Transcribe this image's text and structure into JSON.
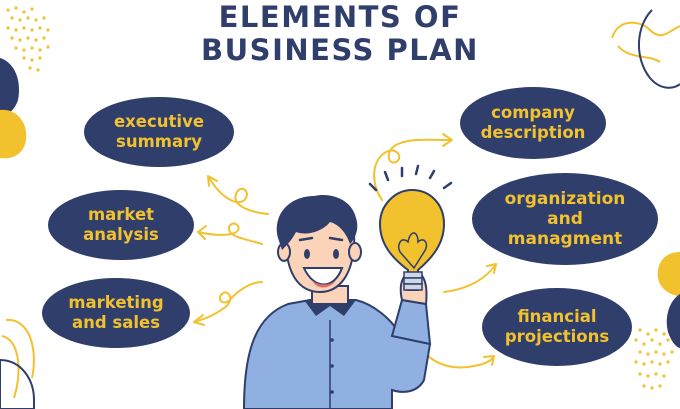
{
  "title": {
    "line1": "ELEMENTS OF",
    "line2": "BUSINESS PLAN"
  },
  "elements": [
    {
      "id": "executive",
      "label": "executive\nsummary"
    },
    {
      "id": "market",
      "label": "market\nanalysis"
    },
    {
      "id": "marketing",
      "label": "marketing\nand sales"
    },
    {
      "id": "company",
      "label": "company\ndescription"
    },
    {
      "id": "organization",
      "label": "organization\nand\nmanagment"
    },
    {
      "id": "financial",
      "label": "financial\nprojections"
    }
  ],
  "colors": {
    "navy": "#2f3e6b",
    "yellow": "#f2c12e",
    "shirt": "#8fb0e0",
    "skin": "#fbd3b8"
  }
}
